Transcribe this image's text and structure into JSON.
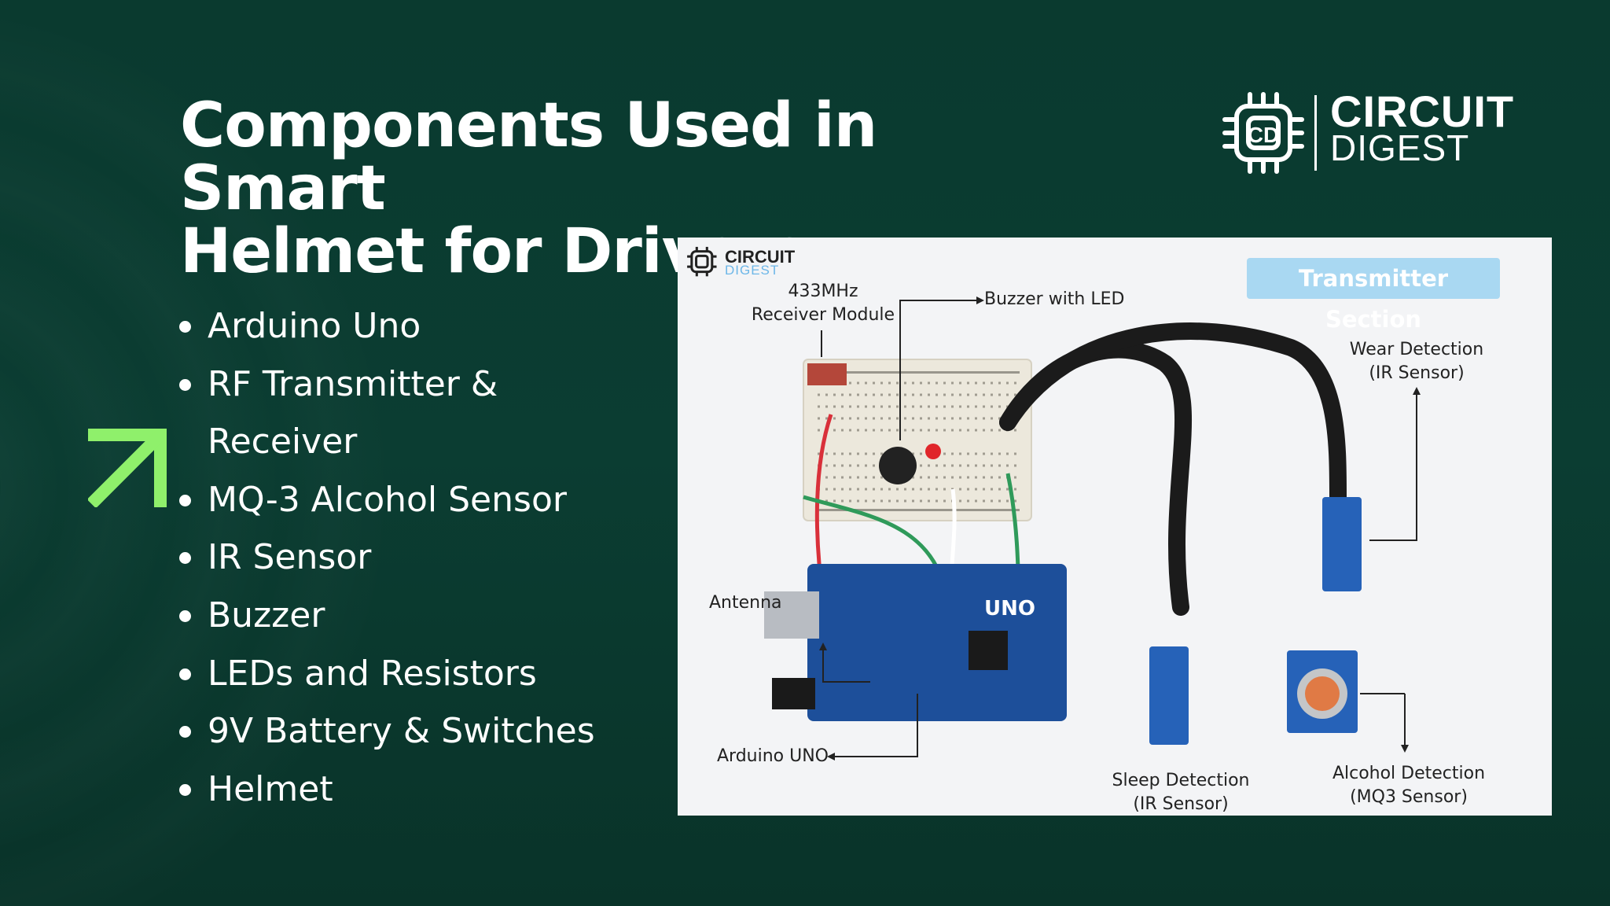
{
  "slide": {
    "title_line1": "Components Used in Smart",
    "title_line2": "Helmet for Drivers"
  },
  "logo": {
    "line1": "CIRCUIT",
    "line2": "DIGEST",
    "icon": "circuit-digest-chip-icon"
  },
  "accent_color": "#8ff06b",
  "components": [
    "Arduino Uno",
    "RF Transmitter &",
    "Receiver",
    "MQ-3 Alcohol Sensor",
    "IR Sensor",
    "Buzzer",
    "LEDs and Resistors",
    "9V Battery & Switches",
    "Helmet"
  ],
  "diagram": {
    "badge": "Transmitter Section",
    "mini_logo_line1": "CIRCUIT",
    "mini_logo_line2": "DIGEST",
    "labels": {
      "rf_line1": "433MHz",
      "rf_line2": "Receiver Module",
      "buzzer": "Buzzer with LED",
      "wear_line1": "Wear Detection",
      "wear_line2": "(IR Sensor)",
      "antenna": "Antenna",
      "arduino": "Arduino UNO",
      "sleep_line1": "Sleep Detection",
      "sleep_line2": "(IR Sensor)",
      "alcohol_line1": "Alcohol Detection",
      "alcohol_line2": "(MQ3 Sensor)"
    }
  }
}
